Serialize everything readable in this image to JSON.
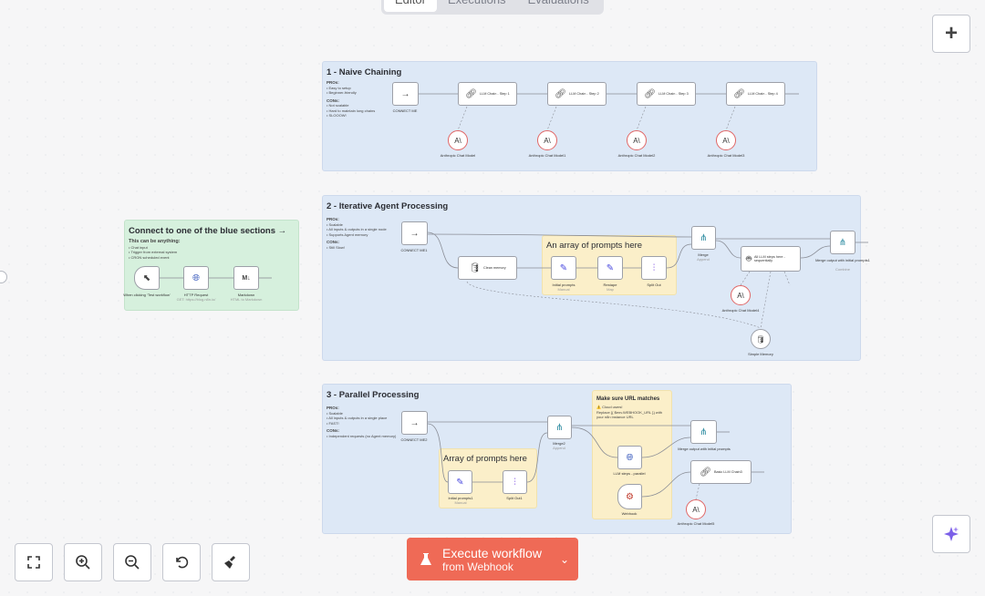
{
  "tabs": [
    {
      "label": "Editor"
    },
    {
      "label": "Executions"
    },
    {
      "label": "Evaluations"
    }
  ],
  "toolbar": {
    "add_label": "+"
  },
  "execute": {
    "title": "Execute workflow",
    "subtitle": "from Webhook"
  },
  "sticky_green": {
    "title": "Connect to one of the blue sections →",
    "line1": "This can be anything:",
    "line2": "• Chat input",
    "line3": "• Trigger from external system",
    "line4": "• CRON scheduled event"
  },
  "s1": {
    "title": "1 - Naive Chaining",
    "pros": "PROs:",
    "p1": "• Easy to setup",
    "p2": "• Beginner-friendly",
    "cons": "CONs:",
    "c1": "• Not scalable",
    "c2": "• Hard to maintain long chains",
    "c3": "• SLOOOW!",
    "connect": "CONNECT ME",
    "step1": "LLM Chain - Step 1",
    "step2": "LLM Chain - Step 2",
    "step3": "LLM Chain - Step 3",
    "step4": "LLM Chain - Step 4",
    "m1": "Anthropic Chat Model",
    "m2": "Anthropic Chat Model1",
    "m3": "Anthropic Chat Model2",
    "m4": "Anthropic Chat Model3"
  },
  "s2": {
    "title": "2 - Iterative Agent Processing",
    "pros": "PROs:",
    "p1": "• Scalable",
    "p2": "• All inputs & outputs in a single node",
    "p3": "• Supports Agent memory",
    "cons": "CONs:",
    "c1": "• Still Slow!",
    "connect": "CONNECT ME1",
    "clean": "Clean memory",
    "array_title": "An array of prompts here",
    "initial": "Initial prompts",
    "initial_sub": "Manual",
    "restape": "Restape",
    "restape_sub": "Map",
    "split": "Split Out",
    "merge": "Merge",
    "merge_sub": "Append",
    "allsteps": "All LLM steps here - sequentially",
    "mergeout": "Merge output with initial prompts1",
    "mergeout_sub": "Combine",
    "model": "Anthropic Chat Model4",
    "memory": "Simple Memory"
  },
  "s3": {
    "title": "3 - Parallel Processing",
    "pros": "PROs:",
    "p1": "• Scalable",
    "p2": "• All inputs & outputs in a single place",
    "p3": "• FAST!",
    "cons": "CONs:",
    "c1": "• Independent requests (no Agent memory)",
    "connect": "CONNECT ME2",
    "array_title": "Array of prompts here",
    "initial": "Initial prompts1",
    "initial_sub": "Manual",
    "split": "Split Out1",
    "merge2": "Merge2",
    "merge2_sub": "Append",
    "url_title": "Make sure URL matches",
    "url_warn": "⚠️ Cloud users!",
    "url_text": "Replace {{ $env.WEBHOOK_URL }} with your n8n instance URL",
    "llm": "LLM steps - parallel",
    "webhook": "Webhook",
    "mergeout": "Merge output with initial prompts",
    "basic": "Basic LLM Chain3",
    "model": "Anthropic Chat Model5"
  },
  "trigger": {
    "manual": "When clicking ‘Test workflow’",
    "http": "HTTP Request",
    "http_sub": "GET: https://blog.n8n.io/",
    "markdown": "Markdown",
    "markdown_sub": "HTML to Markdown"
  }
}
